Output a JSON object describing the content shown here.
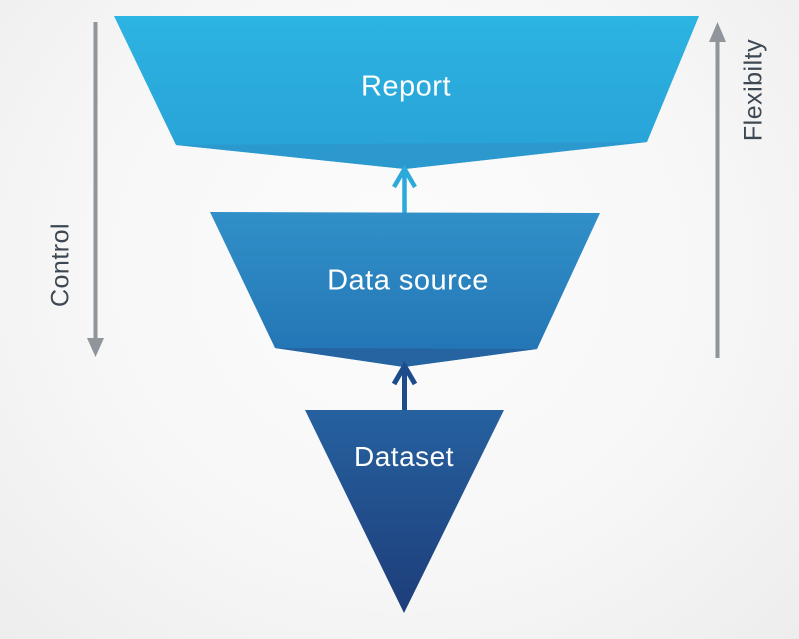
{
  "funnel": {
    "layers": [
      {
        "id": "report",
        "label": "Report"
      },
      {
        "id": "data-source",
        "label": "Data source"
      },
      {
        "id": "dataset",
        "label": "Dataset"
      }
    ]
  },
  "axes": {
    "control_label": "Control",
    "control_direction": "down",
    "flexibility_label": "Flexibilty",
    "flexibility_direction": "up"
  },
  "colors": {
    "report_top": "#2cb4e2",
    "report_bottom": "#28a0d6",
    "report_fold": "#2b98cd",
    "datasource_top": "#3190c8",
    "datasource_bottom": "#2273b3",
    "datasource_fold": "#27639f",
    "dataset_top": "#26619f",
    "dataset_bottom": "#1d3d79",
    "arrow_light": "#2ba9da",
    "arrow_dark": "#1d4c8a",
    "guide_gray": "#8f959a",
    "side_label_text": "#3e4852",
    "layer_label_text": "#ffffff"
  }
}
